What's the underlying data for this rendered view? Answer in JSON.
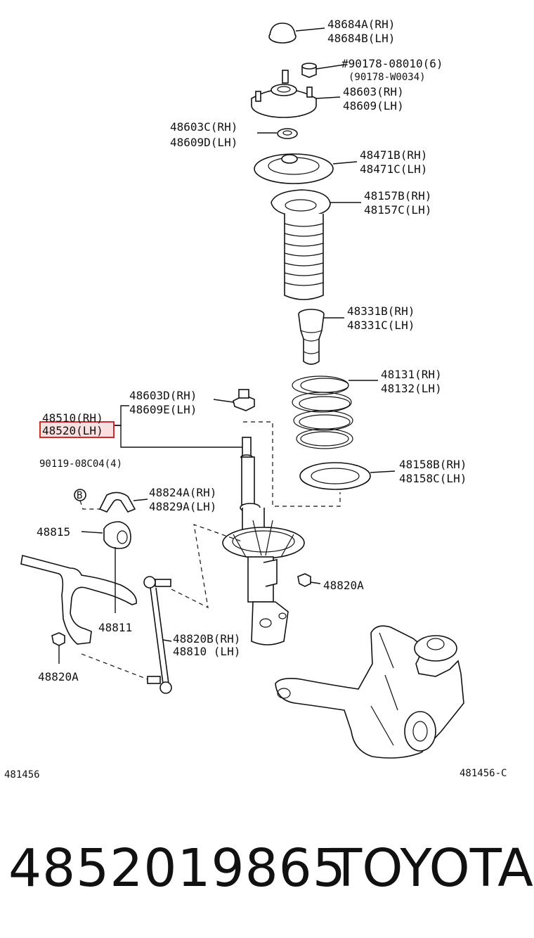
{
  "labels": {
    "cap_rh": "48684A(RH)",
    "cap_lh": "48684B(LH)",
    "nut_top_a": "#90178-08010(6)",
    "nut_top_b": "(90178-W0034)",
    "support_rh": "48603(RH)",
    "support_lh": "48609(LH)",
    "washer_rh": "48603C(RH)",
    "washer_lh": "48609D(LH)",
    "upper_seat_rh": "48471B(RH)",
    "upper_seat_lh": "48471C(LH)",
    "boot_rh": "48157B(RH)",
    "boot_lh": "48157C(LH)",
    "bumper_rh": "48331B(RH)",
    "bumper_lh": "48331C(LH)",
    "spring_rh": "48131(RH)",
    "spring_lh": "48132(LH)",
    "rod_nut_rh": "48603D(RH)",
    "rod_nut_lh": "48609E(LH)",
    "absorber_rh": "48510(RH)",
    "absorber_lh": "48520(LH)",
    "lower_insulator_rh": "48158B(RH)",
    "lower_insulator_lh": "48158C(LH)",
    "bolt": "90119-08C04(4)",
    "bolt_ref": "B",
    "bracket_rh": "48824A(RH)",
    "bracket_lh": "48829A(LH)",
    "bushing": "48815",
    "nut_strut": "48820A",
    "stabilizer_bar": "48811",
    "link_rh": "48820B(RH)",
    "link_lh": "48810  (LH)",
    "nut_bar": "48820A",
    "fig_code_left": "481456",
    "fig_code_right": "481456-C"
  },
  "footer": {
    "part_number": "4852019865",
    "brand": "TOYOTA"
  },
  "colors": {
    "line": "#111111",
    "highlight": "#d12a2a"
  }
}
